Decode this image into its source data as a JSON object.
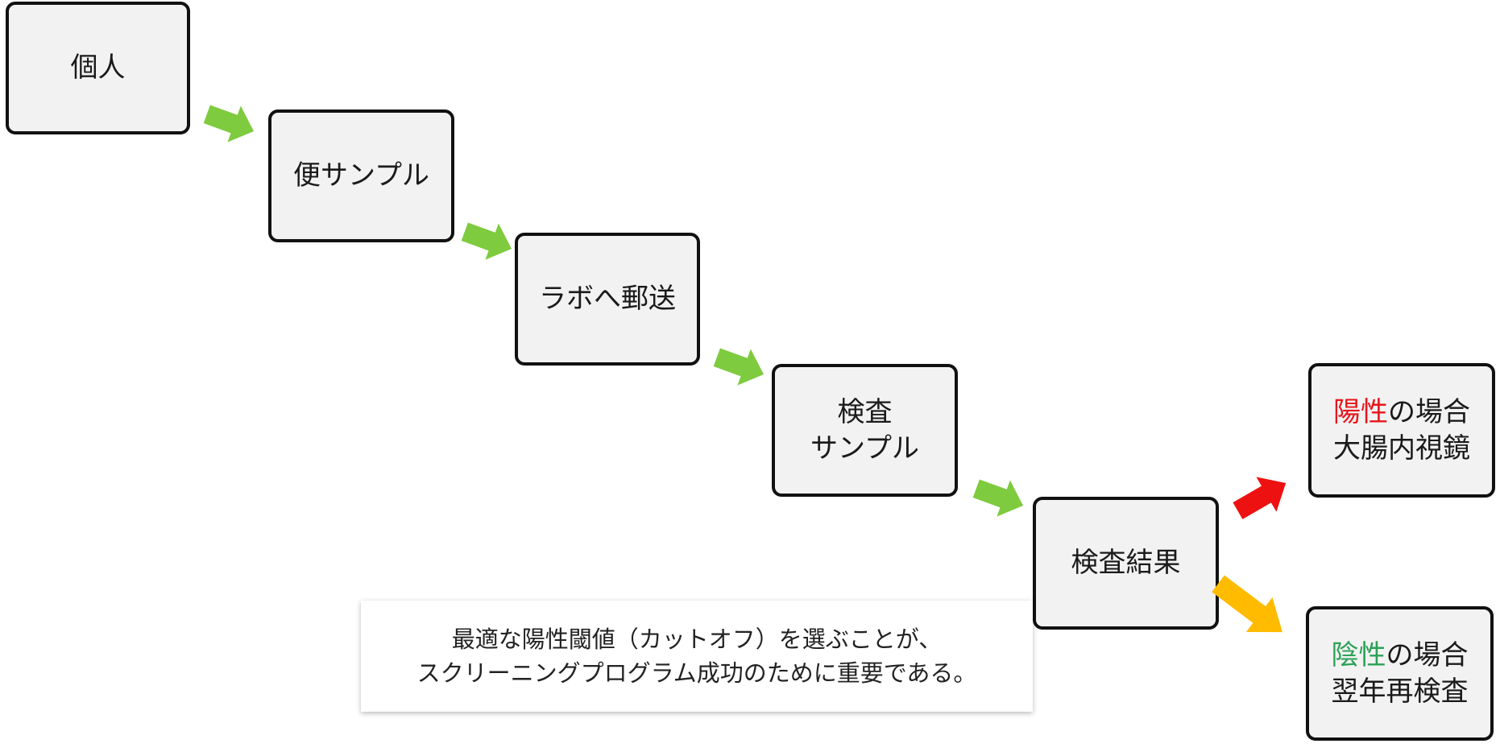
{
  "steps": {
    "individual": "個人",
    "stool_sample": "便サンプル",
    "mail_to_lab": "ラボへ郵送",
    "test_sample_line1": "検査",
    "test_sample_line2": "サンプル",
    "test_result": "検査結果"
  },
  "outcomes": {
    "positive": {
      "keyword": "陽性",
      "suffix": "の場合",
      "action": "大腸内視鏡",
      "keyword_color": "#e8151b"
    },
    "negative": {
      "keyword": "陰性",
      "suffix": "の場合",
      "action": "翌年再検査",
      "keyword_color": "#2aa156"
    }
  },
  "note": {
    "line1": "最適な陽性閾値（カットオフ）を選ぶことが、",
    "line2": "スクリーニングプログラム成功のために重要である。"
  },
  "colors": {
    "flow_arrow": "#7ecb3f",
    "positive_arrow": "#ee1111",
    "negative_arrow": "#ffbb00",
    "box_fill": "#f2f2f2",
    "box_border": "#111111"
  }
}
